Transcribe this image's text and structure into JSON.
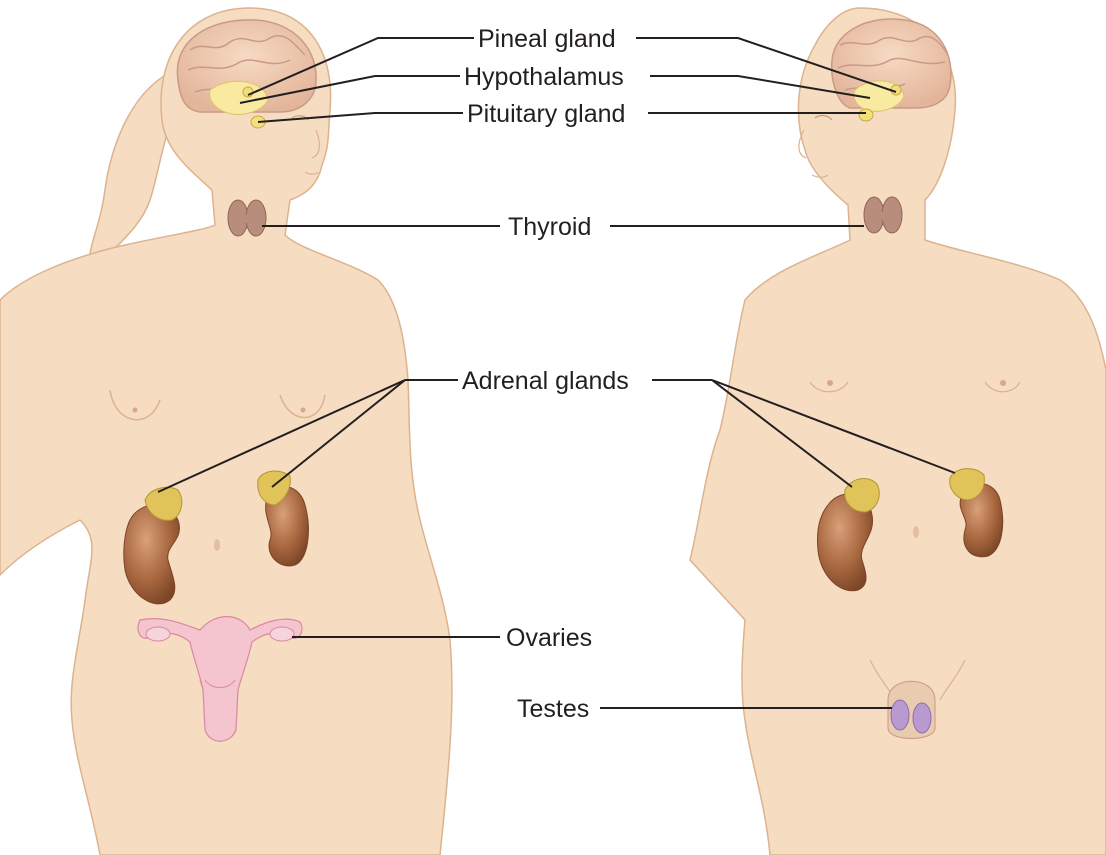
{
  "labels": {
    "pineal": "Pineal gland",
    "hypothalamus": "Hypothalamus",
    "pituitary": "Pituitary gland",
    "thyroid": "Thyroid",
    "adrenal": "Adrenal glands",
    "ovaries": "Ovaries",
    "testes": "Testes"
  },
  "colors": {
    "skin": "#f6dcc0",
    "skin_outline": "#dcb38f",
    "brain": "#f2cdb2",
    "brain_fold": "#c99a86",
    "gland_yellow": "#f8eaa0",
    "thyroid": "#b98d7c",
    "adrenal": "#d9b848",
    "kidney": "#a8673f",
    "ovary_uterus": "#f4c4cf",
    "testes": "#b89ad0",
    "label_line": "#231f20"
  }
}
